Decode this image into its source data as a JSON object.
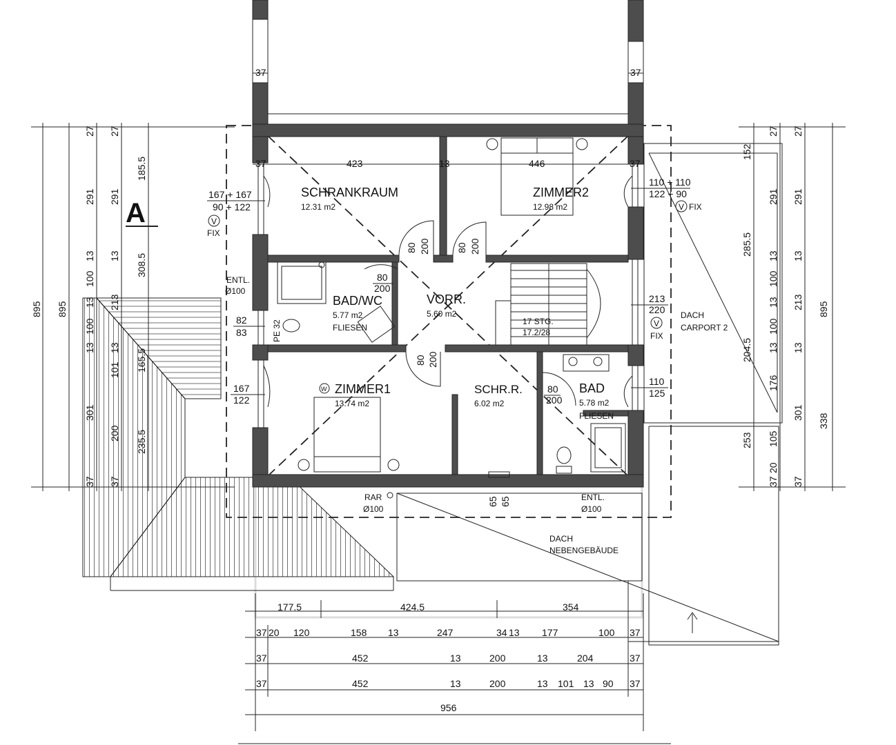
{
  "section_marker": "A",
  "rooms": {
    "schrankraum": {
      "name": "SCHRANKRAUM",
      "area": "12.31 m2"
    },
    "zimmer2": {
      "name": "ZIMMER2",
      "area": "12.98 m2"
    },
    "badwc": {
      "name": "BAD/WC",
      "area": "5.77 m2",
      "floor": "FLIESEN"
    },
    "vorr": {
      "name": "VORR.",
      "area": "5.60 m2"
    },
    "stair": {
      "steps": "17 STG.",
      "ratio": "17.2/28"
    },
    "zimmer1": {
      "name": "ZIMMER1",
      "area": "13.74 m2"
    },
    "schrr": {
      "name": "SCHR.R.",
      "area": "6.02 m2"
    },
    "bad": {
      "name": "BAD",
      "area": "5.78 m2",
      "floor": "FLIESEN"
    }
  },
  "roofs": {
    "carport": {
      "line1": "DACH",
      "line2": "CARPORT 2"
    },
    "nebengebaeude": {
      "line1": "DACH",
      "line2": "NEBENGEBÄUDE"
    }
  },
  "annotations": {
    "entl_left": {
      "line1": "ENTL.",
      "line2": "Ø100"
    },
    "entl_bottom": {
      "line1": "ENTL.",
      "line2": "Ø100"
    },
    "rar": {
      "line1": "RAR",
      "line2": "Ø100"
    },
    "fix_left": "FIX",
    "fix_right_top": "FIX",
    "fix_right_mid": "FIX",
    "v_symbol": "V",
    "w_symbol": "W",
    "pipe": "PE 32"
  },
  "windows": {
    "left_top": {
      "top": "167 + 167",
      "bottom": "90 + 122"
    },
    "left_mid": {
      "top": "82",
      "bottom": "83"
    },
    "left_low": {
      "top": "167",
      "bottom": "122"
    },
    "right_top": {
      "top": "110 + 110",
      "bottom": "122 + 90"
    },
    "right_mid": {
      "top": "213",
      "bottom": "220"
    },
    "right_low": {
      "top": "110",
      "bottom": "125"
    }
  },
  "doors": {
    "d1": {
      "w": "80",
      "h": "200"
    },
    "d2": {
      "w": "80",
      "h": "200"
    },
    "d3": {
      "w": "80",
      "h": "200"
    },
    "d4": {
      "w": "80",
      "h": "200"
    },
    "d5": {
      "w": "80",
      "h": "200"
    },
    "d6": {
      "top": "65",
      "bottom": "65"
    }
  },
  "dims_room_top": {
    "left": "423",
    "mid": "13",
    "right": "446",
    "wall_l": "37",
    "wall_r": "37"
  },
  "dims_upper_wall": "37",
  "dims_bottom": {
    "row1": [
      "177.5",
      "424.5",
      "354"
    ],
    "row2": [
      "37",
      "20",
      "120",
      "158",
      "13",
      "247",
      "34",
      "13",
      "177",
      "100",
      "37"
    ],
    "row3": [
      "37",
      "452",
      "13",
      "200",
      "13",
      "204",
      "37"
    ],
    "row4": [
      "37",
      "452",
      "13",
      "200",
      "13",
      "101",
      "13",
      "90",
      "37"
    ],
    "total": "956"
  },
  "dims_left": {
    "total_a": "895",
    "total_b": "895",
    "col_a": [
      "27",
      "291",
      "13",
      "100",
      "13",
      "100",
      "13",
      "301",
      "37"
    ],
    "col_b": [
      "27",
      "291",
      "13",
      "213",
      "13",
      "101",
      "200",
      "37"
    ],
    "col_c": [
      "185.5",
      "308.5",
      "165.5",
      "235.5"
    ]
  },
  "dims_right": {
    "total": "895",
    "col_a": [
      "27",
      "291",
      "13",
      "100",
      "13",
      "100",
      "13",
      "176",
      "105",
      "37",
      "20"
    ],
    "col_b": [
      "27",
      "291",
      "13",
      "213",
      "13",
      "301",
      "37"
    ],
    "col_c": [
      "152",
      "285.5",
      "204.5",
      "253"
    ],
    "extra": "338"
  },
  "colors": {
    "wall": "#4d4d4d",
    "ghost": "#dcdcdc"
  }
}
